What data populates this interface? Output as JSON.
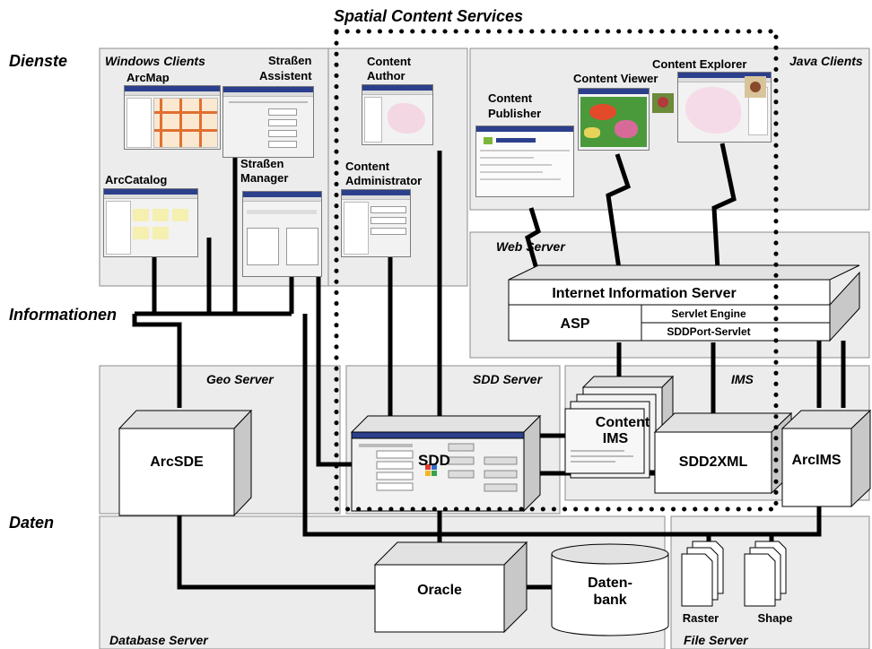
{
  "title": "Spatial Content Services",
  "layers": {
    "dienste": "Dienste",
    "informationen": "Informationen",
    "daten": "Daten"
  },
  "zones": {
    "windows_clients": "Windows Clients",
    "java_clients": "Java Clients",
    "web_server": "Web Server",
    "geo_server": "Geo Server",
    "sdd_server": "SDD Server",
    "ims": "IMS",
    "database_server": "Database Server",
    "file_server": "File Server"
  },
  "clients": {
    "arcmap": "ArcMap",
    "strassen_assistent": [
      "Straßen",
      "Assistent"
    ],
    "arccatalog": "ArcCatalog",
    "strassen_manager": [
      "Straßen",
      "Manager"
    ],
    "content_author": [
      "Content",
      "Author"
    ],
    "content_administrator": [
      "Content",
      "Administrator"
    ],
    "content_publisher": [
      "Content",
      "Publisher"
    ],
    "content_viewer": "Content Viewer",
    "content_explorer": "Content Explorer"
  },
  "servers": {
    "iis": "Internet Information Server",
    "asp": "ASP",
    "servlet_engine": "Servlet Engine",
    "sddport_servlet": "SDDPort-Servlet",
    "arcsde": "ArcSDE",
    "sdd": "SDD",
    "content_ims": [
      "Content",
      "IMS"
    ],
    "sdd2xml": "SDD2XML",
    "arcims": "ArcIMS",
    "oracle": "Oracle",
    "datenbank": [
      "Daten-",
      "bank"
    ],
    "raster": "Raster",
    "shape": "Shape"
  },
  "colors": {
    "zone_fill": "#ececec",
    "zone_stroke": "#8c8c8c",
    "box_side": "#c8c8c8",
    "box_top": "#e2e2e2",
    "line": "#000000"
  }
}
